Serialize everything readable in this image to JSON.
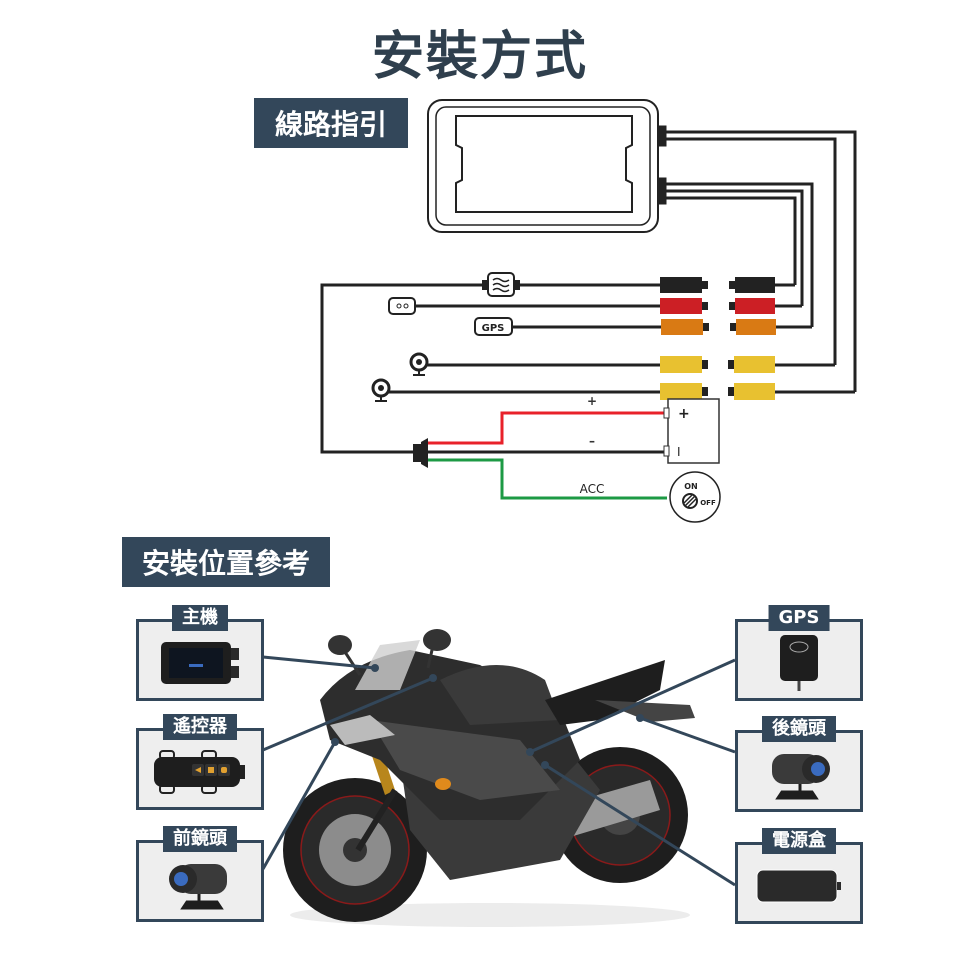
{
  "title": "安裝方式",
  "sections": {
    "wiring": {
      "label": "線路指引"
    },
    "positions": {
      "label": "安裝位置參考"
    }
  },
  "wiring_diagram": {
    "dvr_unit": "main-unit-outline",
    "connectors": [
      {
        "name": "remote",
        "color": "#222222",
        "device": "remote-signal-icon"
      },
      {
        "name": "button",
        "color": "#cc1f25",
        "device": "button-module-icon"
      },
      {
        "name": "gps",
        "color": "#d97a14",
        "device": "GPS"
      },
      {
        "name": "front-camera",
        "color": "#e8c130",
        "device": "camera-icon"
      },
      {
        "name": "rear-camera",
        "color": "#e8c130",
        "device": "camera-icon"
      }
    ],
    "gps_label": "GPS",
    "battery": {
      "plus_label": "+",
      "minus_label": "–",
      "terminal_plus": "+",
      "terminal_minus": "I"
    },
    "acc": {
      "label": "ACC",
      "switch_on": "ON",
      "switch_off": "OFF"
    },
    "wire_colors": {
      "positive": "#e8212a",
      "negative": "#222222",
      "acc": "#1d9a44"
    }
  },
  "components": [
    {
      "id": "main-unit",
      "label": "主機"
    },
    {
      "id": "remote",
      "label": "遙控器"
    },
    {
      "id": "front-camera",
      "label": "前鏡頭"
    },
    {
      "id": "gps",
      "label": "GPS"
    },
    {
      "id": "rear-camera",
      "label": "後鏡頭"
    },
    {
      "id": "power-box",
      "label": "電源盒"
    }
  ],
  "colors": {
    "brand_dark": "#33475a",
    "title": "#2f3f4d"
  }
}
